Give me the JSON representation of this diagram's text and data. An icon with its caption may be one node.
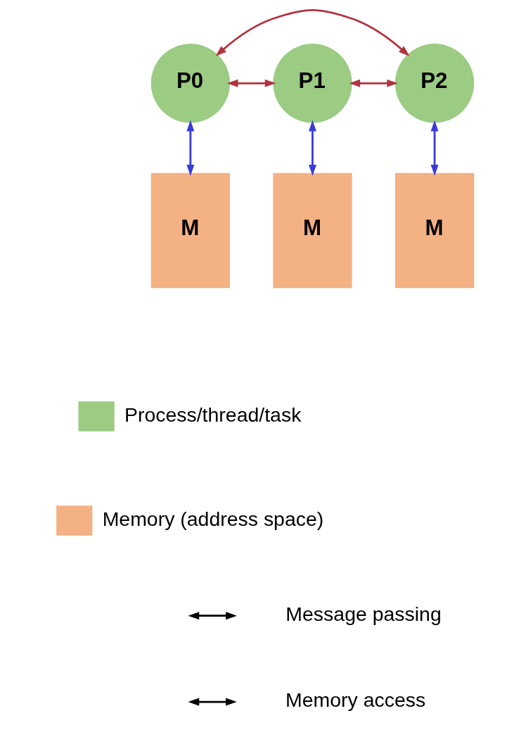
{
  "diagram": {
    "nodes": [
      {
        "text": [
          "P0"
        ]
      },
      {
        "text": [
          "P1"
        ]
      },
      {
        "text": [
          "P2"
        ]
      },
      {
        "text": [
          "M"
        ]
      },
      {
        "text": [
          "M"
        ]
      },
      {
        "text": [
          "M"
        ]
      }
    ],
    "edges": [
      {
        "from": 0,
        "to": 2,
        "arrow": "both",
        "color": "#b2333f"
      },
      {
        "from": 0,
        "to": 1,
        "arrow": "both",
        "color": "#b2333f"
      },
      {
        "from": 1,
        "to": 2,
        "arrow": "both",
        "color": "#b2333f"
      },
      {
        "from": 0,
        "to": 3,
        "arrow": "both",
        "color": "#3b3bd6"
      },
      {
        "from": 1,
        "to": 4,
        "arrow": "both",
        "color": "#3b3bd6"
      },
      {
        "from": 2,
        "to": 5,
        "arrow": "both",
        "color": "#3b3bd6"
      }
    ],
    "legend": [
      {
        "text": "Process/thread/task",
        "color": "#9ccb84"
      },
      {
        "text": "Memory (address space)",
        "color": "#f4b183"
      },
      {
        "text": "Message passing"
      },
      {
        "text": "Memory access"
      }
    ]
  }
}
